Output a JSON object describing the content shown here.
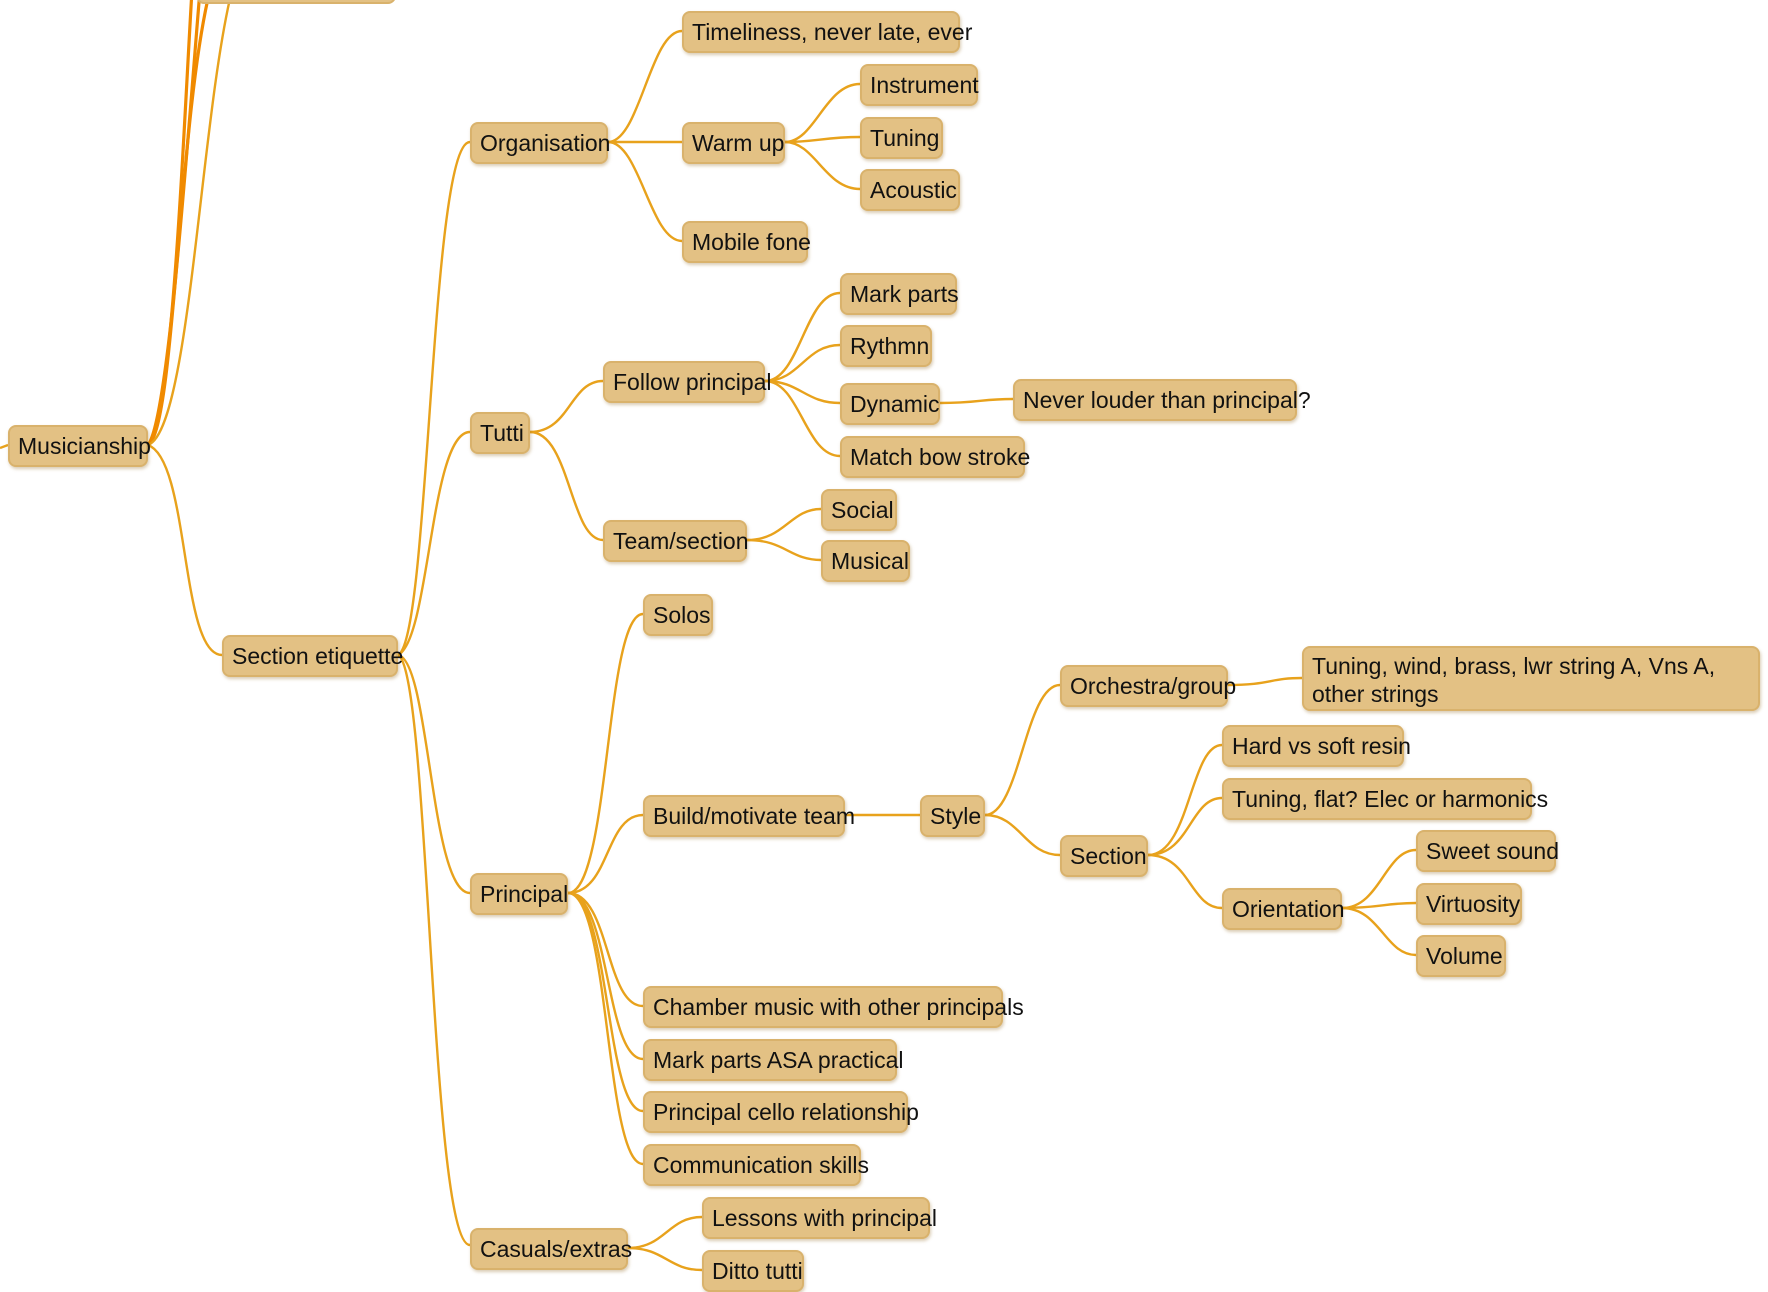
{
  "accent_color": "#e8a21c",
  "node_fill": "#e3c184",
  "mindmap": {
    "musicianship": "Musicianship",
    "section_etiquette": "Section etiquette",
    "organisation": "Organisation",
    "timeliness": "Timeliness, never late, ever",
    "warm_up": "Warm up",
    "instrument": "Instrument",
    "tuning": "Tuning",
    "acoustic": "Acoustic",
    "mobile_fone": "Mobile fone",
    "tutti": "Tutti",
    "follow_principal": "Follow principal",
    "mark_parts": "Mark parts",
    "rythmn": "Rythmn",
    "dynamic": "Dynamic",
    "never_louder": "Never louder than principal?",
    "match_bow_stroke": "Match bow stroke",
    "team_section": "Team/section",
    "social": "Social",
    "musical": "Musical",
    "principal": "Principal",
    "solos": "Solos",
    "build_motivate_team": "Build/motivate team",
    "style": "Style",
    "orchestra_group": "Orchestra/group",
    "tuning_order": "Tuning, wind, brass, lwr string A, Vns A, other strings",
    "section": "Section",
    "hard_vs_soft_resin": "Hard vs soft resin",
    "tuning_flat": "Tuning, flat? Elec or harmonics",
    "orientation": "Orientation",
    "sweet_sound": "Sweet sound",
    "virtuosity": "Virtuosity",
    "volume": "Volume",
    "chamber_music": "Chamber music with other principals",
    "mark_parts_asa": "Mark parts ASA practical",
    "principal_cello": "Principal cello relationship",
    "communication_skills": "Communication skills",
    "casuals_extras": "Casuals/extras",
    "lessons_with_principal": "Lessons with principal",
    "ditto_tutti": "Ditto tutti"
  }
}
